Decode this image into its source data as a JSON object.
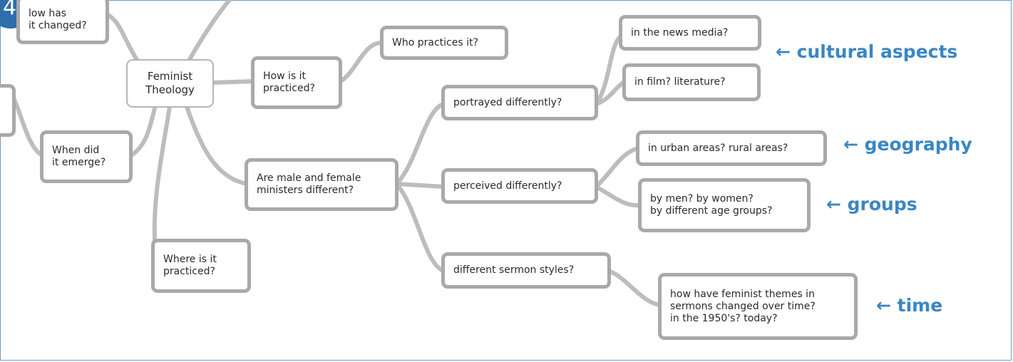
{
  "badge": {
    "number": "4"
  },
  "center": {
    "label": "Feminist\nTheology"
  },
  "nodes": {
    "how_changed": "low has\nit changed?",
    "left_partial": "",
    "when_emerge": "When did\nit emerge?",
    "where_practiced": "Where is it\npracticed?",
    "how_practiced": "How is it\npracticed?",
    "who_practices": "Who practices it?",
    "male_female": "Are male and female\nministers different?",
    "portrayed": "portrayed differently?",
    "perceived": "perceived differently?",
    "sermon_styles": "different sermon styles?",
    "news_media": "in the news media?",
    "film_lit": "in film? literature?",
    "urban_rural": "in urban areas? rural areas?",
    "men_women": "by men? by women?\nby different age groups?",
    "feminist_themes": "how have feminist themes in\nsermons changed over time?\nin the 1950's? today?"
  },
  "annotations": {
    "cultural": "← cultural aspects",
    "geography": "← geography",
    "groups": "← groups",
    "time": "← time"
  },
  "colors": {
    "connector": "#bdbdbd",
    "node_border": "#a9a9a9",
    "annotation": "#3a86c4",
    "badge": "#2f6eab",
    "frame": "#6f9bc4"
  }
}
